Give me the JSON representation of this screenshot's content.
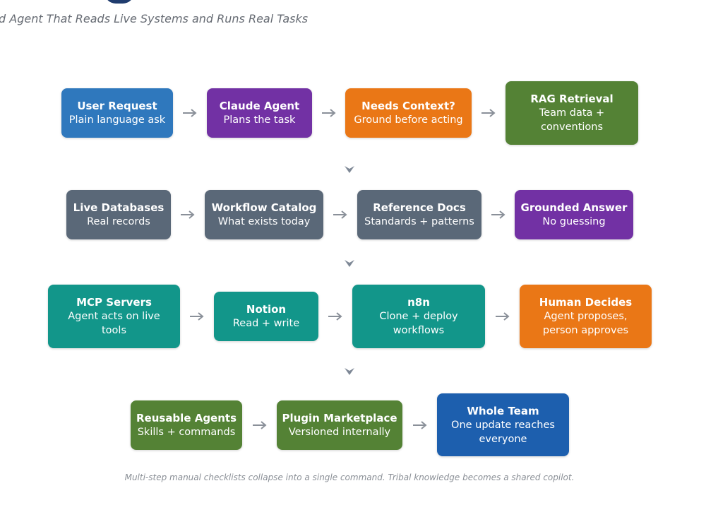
{
  "subtitle": "d Agent That Reads Live Systems and Runs Real Tasks",
  "nodes": {
    "user_request": {
      "title": "User Request",
      "sub": "Plain language ask"
    },
    "claude_agent": {
      "title": "Claude Agent",
      "sub": "Plans the task"
    },
    "needs_context": {
      "title": "Needs Context?",
      "sub": "Ground before acting"
    },
    "rag_retrieval": {
      "title": "RAG Retrieval",
      "sub": "Team data + conventions"
    },
    "live_databases": {
      "title": "Live Databases",
      "sub": "Real records"
    },
    "workflow_catalog": {
      "title": "Workflow Catalog",
      "sub": "What exists today"
    },
    "reference_docs": {
      "title": "Reference Docs",
      "sub": "Standards + patterns"
    },
    "grounded_answer": {
      "title": "Grounded Answer",
      "sub": "No guessing"
    },
    "mcp_servers": {
      "title": "MCP Servers",
      "sub": "Agent acts on live tools"
    },
    "notion": {
      "title": "Notion",
      "sub": "Read + write"
    },
    "n8n": {
      "title": "n8n",
      "sub": "Clone + deploy workflows"
    },
    "human_decides": {
      "title": "Human Decides",
      "sub": "Agent proposes, person approves"
    },
    "reusable_agents": {
      "title": "Reusable Agents",
      "sub": "Skills + commands"
    },
    "plugin_marketplace": {
      "title": "Plugin Marketplace",
      "sub": "Versioned internally"
    },
    "whole_team": {
      "title": "Whole Team",
      "sub": "One update reaches everyone"
    }
  },
  "caption": "Multi-step manual checklists collapse into a single command. Tribal knowledge becomes a shared copilot.",
  "colors": {
    "blue": "#2f78bd",
    "purple": "#7231a4",
    "orange": "#ea7716",
    "green": "#548235",
    "slate": "#5a6878",
    "teal": "#12968a",
    "navy": "#1d5fae",
    "arrow": "#8a9099"
  }
}
